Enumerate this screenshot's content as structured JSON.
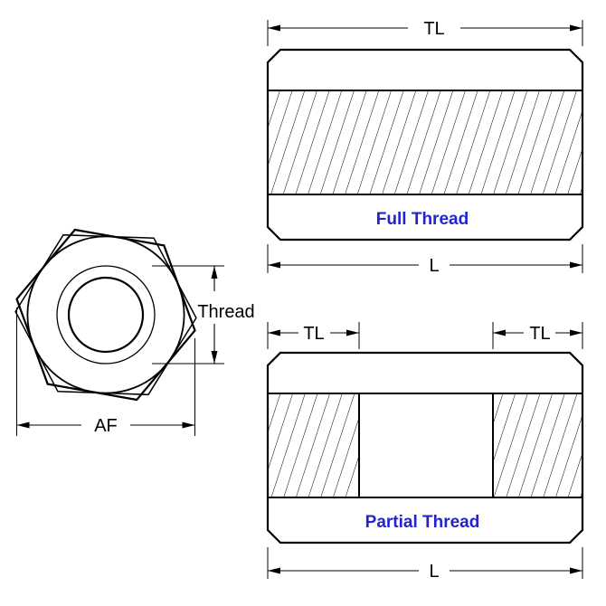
{
  "diagram": {
    "front_view": {
      "thread_label": "Thread",
      "af_label": "AF"
    },
    "full_thread_view": {
      "tl_label": "TL",
      "l_label": "L",
      "caption": "Full Thread"
    },
    "partial_thread_view": {
      "tl_left_label": "TL",
      "tl_right_label": "TL",
      "l_label": "L",
      "caption": "Partial Thread"
    },
    "colors": {
      "line": "#000000",
      "caption_blue": "#2424cf",
      "background": "#ffffff"
    }
  }
}
